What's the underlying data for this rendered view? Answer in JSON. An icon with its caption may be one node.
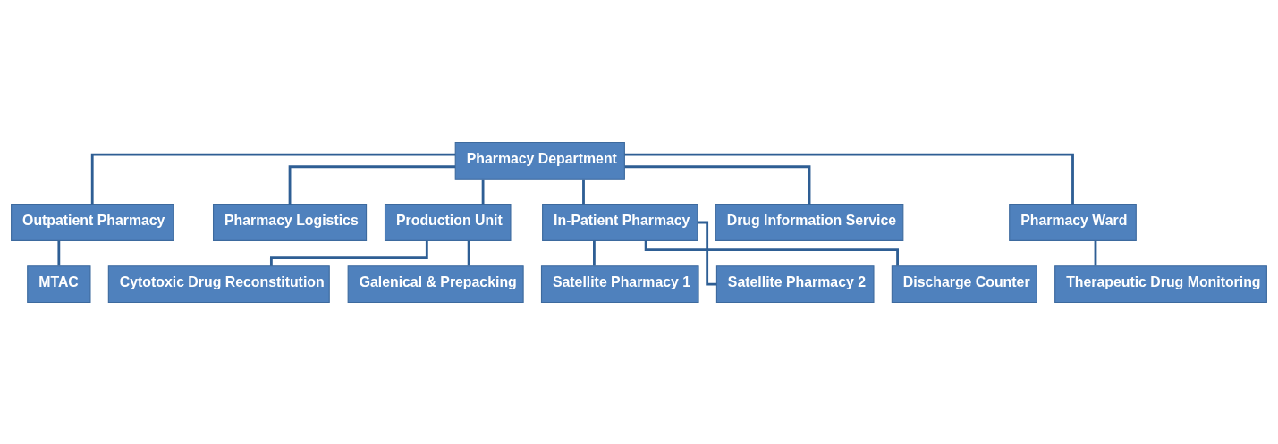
{
  "diagram": {
    "nodes": [
      {
        "text": [
          "Pharmacy Department"
        ]
      },
      {
        "text": [
          "Outpatient Pharmacy"
        ]
      },
      {
        "text": [
          "Pharmacy Logistics"
        ]
      },
      {
        "text": [
          "Production Unit"
        ]
      },
      {
        "text": [
          "In-Patient Pharmacy"
        ]
      },
      {
        "text": [
          "Drug Information Service"
        ]
      },
      {
        "text": [
          "Pharmacy Ward"
        ]
      },
      {
        "text": [
          "MTAC"
        ]
      },
      {
        "text": [
          "Cytotoxic Drug Reconstitution"
        ]
      },
      {
        "text": [
          "Galenical & Prepacking"
        ]
      },
      {
        "text": [
          "Satellite Pharmacy 1"
        ]
      },
      {
        "text": [
          "Satellite Pharmacy 2"
        ]
      },
      {
        "text": [
          "Discharge Counter"
        ]
      },
      {
        "text": [
          "Therapeutic Drug Monitoring"
        ]
      }
    ],
    "edges": [
      {
        "from": 0,
        "to": 1,
        "arrow": "none"
      },
      {
        "from": 0,
        "to": 2,
        "arrow": "none"
      },
      {
        "from": 0,
        "to": 3,
        "arrow": "none"
      },
      {
        "from": 0,
        "to": 4,
        "arrow": "none"
      },
      {
        "from": 0,
        "to": 5,
        "arrow": "none"
      },
      {
        "from": 0,
        "to": 6,
        "arrow": "none"
      },
      {
        "from": 1,
        "to": 7,
        "arrow": "none"
      },
      {
        "from": 3,
        "to": 8,
        "arrow": "none"
      },
      {
        "from": 3,
        "to": 9,
        "arrow": "none"
      },
      {
        "from": 4,
        "to": 10,
        "arrow": "none"
      },
      {
        "from": 4,
        "to": 11,
        "arrow": "none"
      },
      {
        "from": 4,
        "to": 12,
        "arrow": "none"
      },
      {
        "from": 6,
        "to": 13,
        "arrow": "none"
      }
    ]
  }
}
